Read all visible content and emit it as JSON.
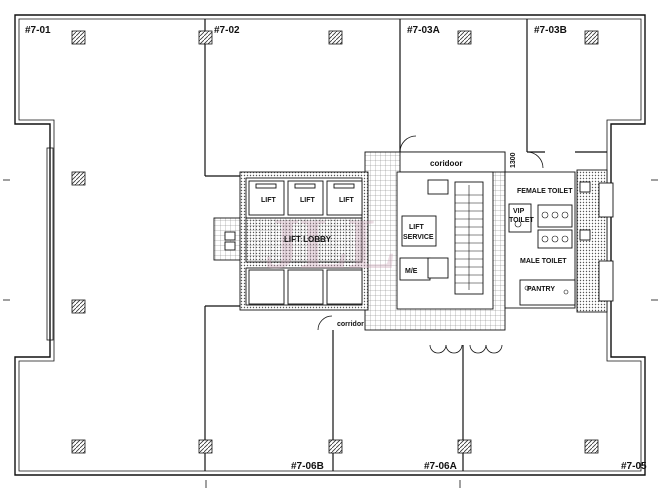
{
  "units": {
    "u701": "#7-01",
    "u702": "#7-02",
    "u703a": "#7-03A",
    "u703b": "#7-03B",
    "u705": "#7-05",
    "u706a": "#7-06A",
    "u706b": "#7-06B"
  },
  "rooms": {
    "corridor_top": "coridoor",
    "corridor_bottom": "corridor",
    "lift1": "LIFT",
    "lift2": "LIFT",
    "lift3": "LIFT",
    "lift_lobby": "LIFT LOBBY",
    "lift_service_1": "LIFT",
    "lift_service_2": "SERVICE",
    "me": "M/E",
    "female_toilet": "FEMALE TOILET",
    "vip_1": "VIP",
    "vip_2": "TOILET",
    "male_toilet": "MALE TOILET",
    "pantry": "PANTRY"
  },
  "dimension": "1300",
  "watermark": "JLL",
  "colors": {
    "line": "#111111",
    "hatch": "#555555",
    "watermark": "#c9a0b4"
  }
}
